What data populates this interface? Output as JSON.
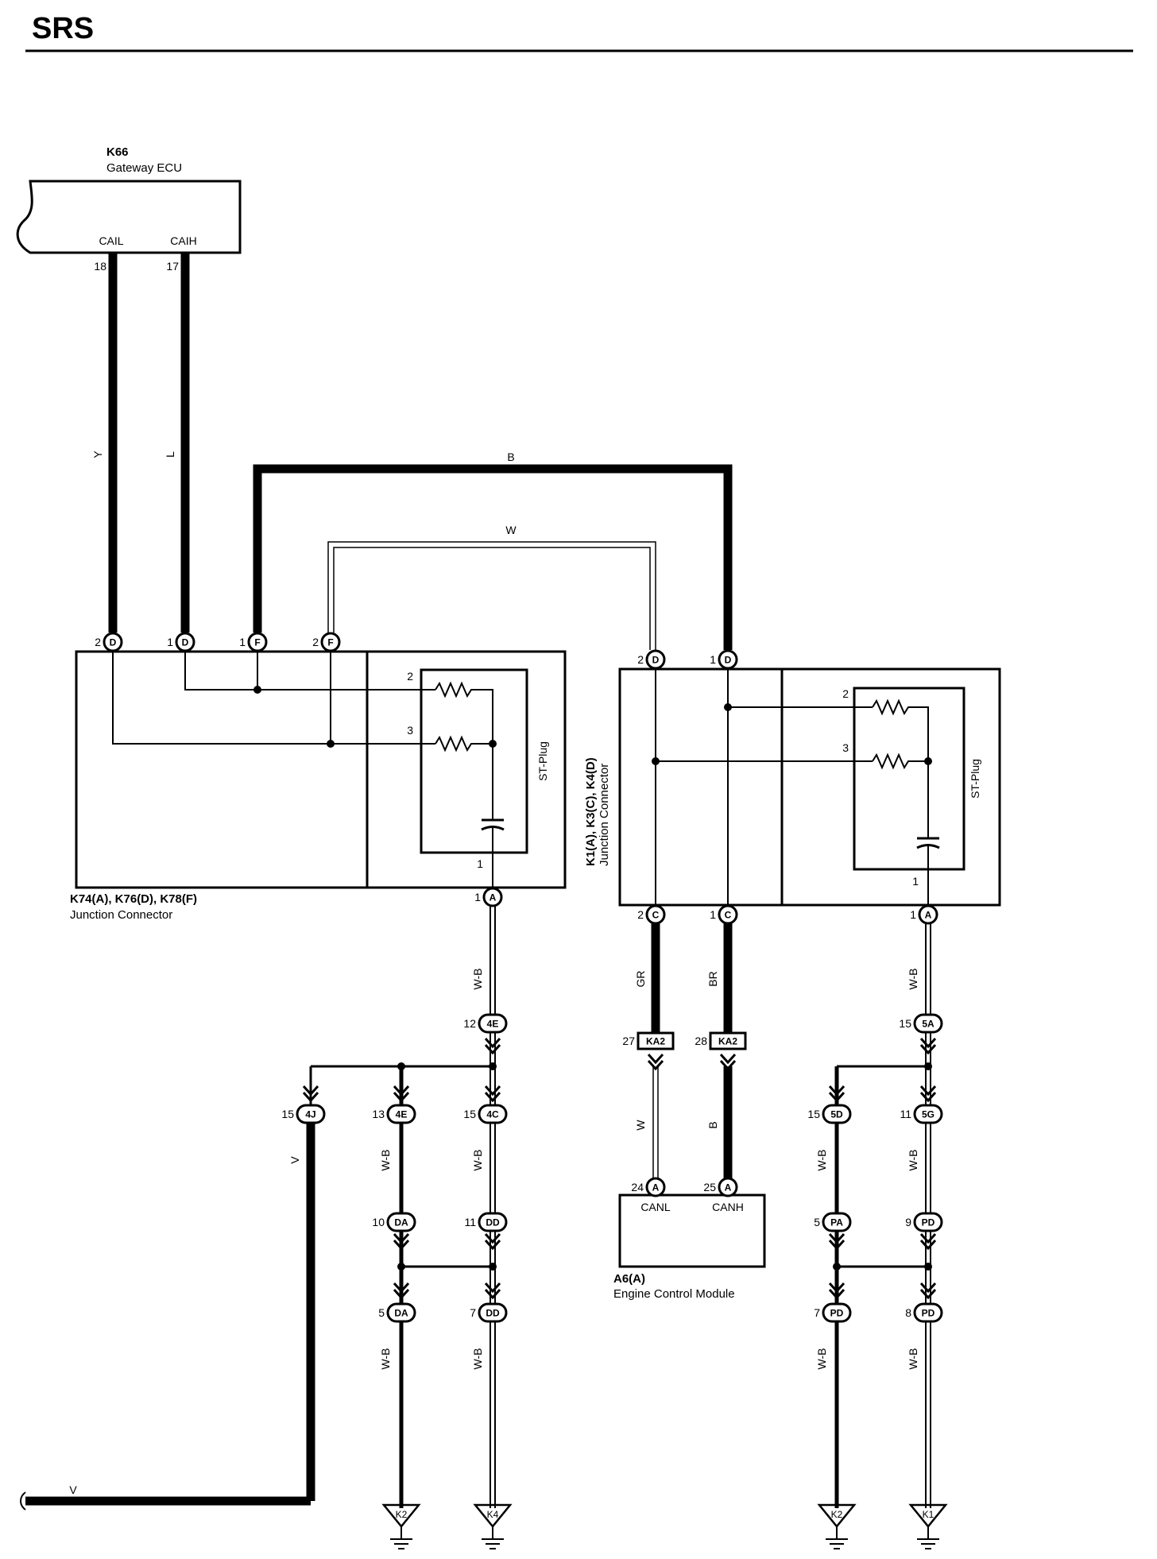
{
  "page": {
    "title": "SRS"
  },
  "components": {
    "k66": {
      "code": "K66",
      "name": "Gateway ECU",
      "pin_cail": "CAIL",
      "pin_caih": "CAIH",
      "pin_18": "18",
      "pin_17": "17"
    },
    "jc_left": {
      "codes": "K74(A), K76(D), K78(F)",
      "name": "Junction Connector",
      "st_plug": "ST-Plug"
    },
    "jc_right": {
      "codes": "K1(A), K3(C), K4(D)",
      "name": "Junction Connector",
      "st_plug": "ST-Plug"
    },
    "ecm": {
      "code": "A6(A)",
      "name": "Engine Control Module",
      "pin_canl": "CANL",
      "pin_canh": "CANH"
    }
  },
  "wires": {
    "y": "Y",
    "l": "L",
    "b": "B",
    "w": "W",
    "wb": "W-B",
    "gr": "GR",
    "br": "BR",
    "v": "V"
  },
  "connectors": {
    "d": "D",
    "f": "F",
    "a": "A",
    "c": "C",
    "c4e": "4E",
    "c4j": "4J",
    "c4c": "4C",
    "c5a": "5A",
    "c5d": "5D",
    "c5g": "5G",
    "da": "DA",
    "dd": "DD",
    "pa": "PA",
    "pd": "PD",
    "ka2": "KA2"
  },
  "pins": {
    "p1": "1",
    "p2": "2",
    "p3": "3",
    "p5": "5",
    "p7": "7",
    "p8": "8",
    "p9": "9",
    "p10": "10",
    "p11": "11",
    "p12": "12",
    "p13": "13",
    "p15": "15",
    "p24": "24",
    "p25": "25",
    "p27": "27",
    "p28": "28"
  },
  "grounds": {
    "k1": "K1",
    "k2": "K2",
    "k4": "K4"
  }
}
